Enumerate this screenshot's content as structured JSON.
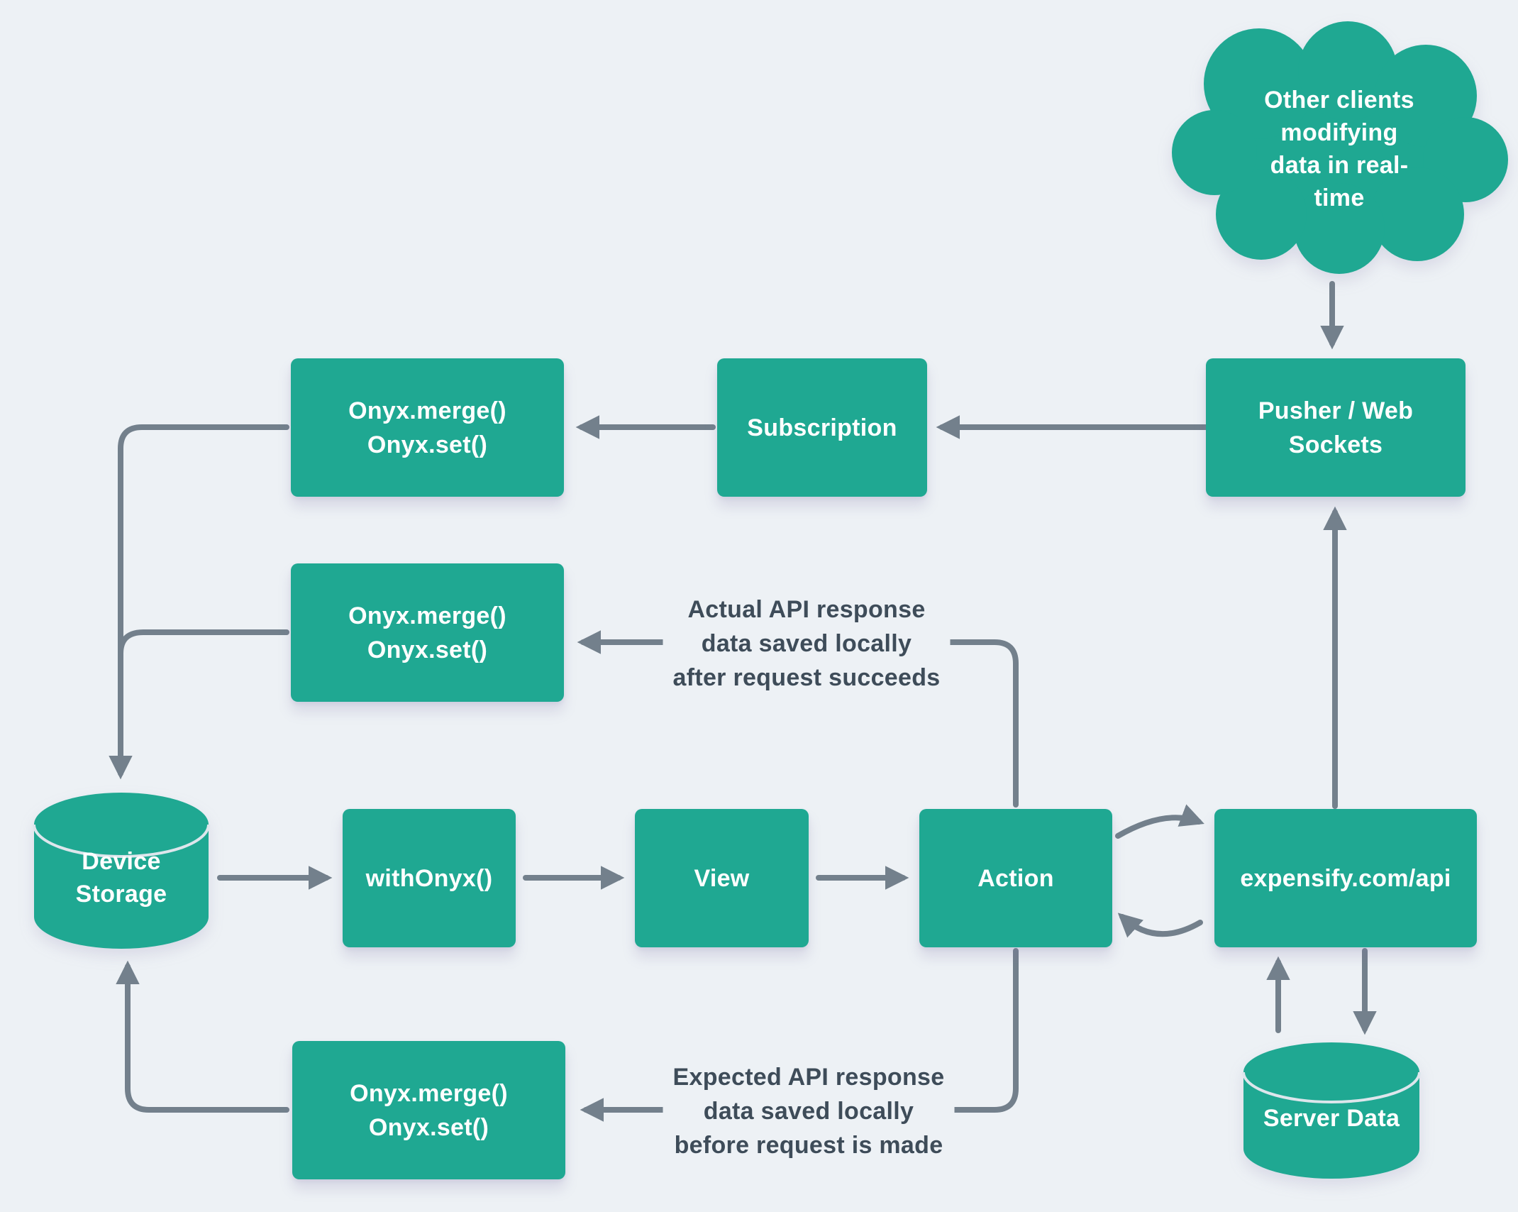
{
  "colors": {
    "node": "#1fa892",
    "background": "#edf1f5",
    "arrow": "#73808c",
    "text_dark": "#3e4c59",
    "text_light": "#ffffff"
  },
  "cloud": {
    "label": "Other clients modifying\ndata in real-time"
  },
  "nodes": {
    "pusher": {
      "label": "Pusher / Web\nSockets"
    },
    "subscription": {
      "label": "Subscription"
    },
    "onyx_top": {
      "label": "Onyx.merge()\nOnyx.set()"
    },
    "onyx_middle": {
      "label": "Onyx.merge()\nOnyx.set()"
    },
    "onyx_bottom": {
      "label": "Onyx.merge()\nOnyx.set()"
    },
    "device_storage": {
      "label": "Device\nStorage"
    },
    "with_onyx": {
      "label": "withOnyx()"
    },
    "view": {
      "label": "View"
    },
    "action": {
      "label": "Action"
    },
    "api": {
      "label": "expensify.com/api"
    },
    "server_data": {
      "label": "Server Data"
    }
  },
  "annotations": {
    "actual": {
      "label": "Actual API response\ndata saved locally\nafter request succeeds"
    },
    "expected": {
      "label": "Expected API response\ndata saved locally\nbefore request is made"
    }
  }
}
